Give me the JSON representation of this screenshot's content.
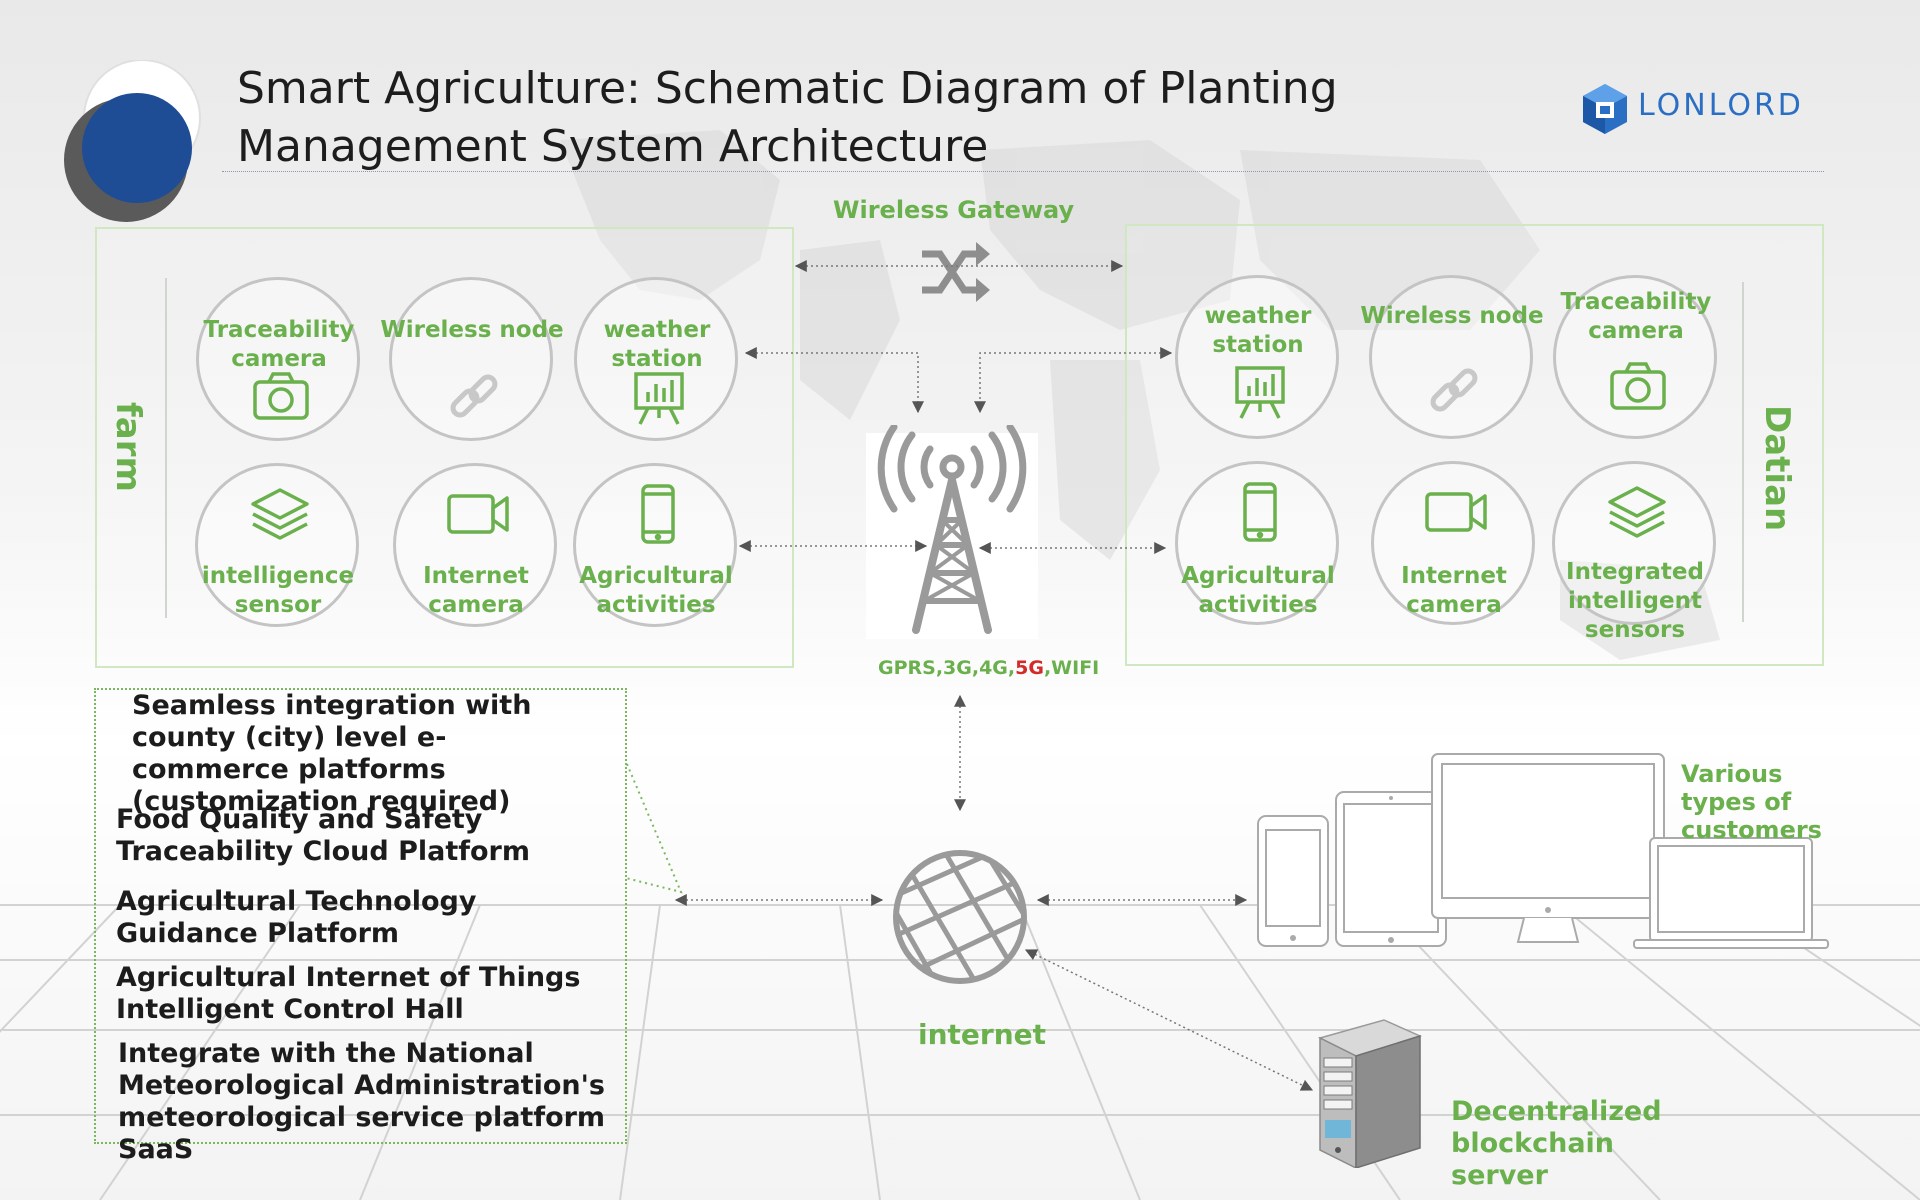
{
  "header": {
    "title_line1": "Smart Agriculture: Schematic Diagram of Planting",
    "title_line2": "Management System Architecture",
    "logo_text": "LONLORD"
  },
  "gateway": {
    "label": "Wireless Gateway"
  },
  "farm": {
    "label": "farm",
    "nodes": [
      {
        "label": "Traceability camera",
        "icon": "camera-icon"
      },
      {
        "label": "Wireless node",
        "icon": "link-icon"
      },
      {
        "label": "weather station",
        "icon": "presentation-chart-icon"
      },
      {
        "label": "intelligence sensor",
        "icon": "layers-icon"
      },
      {
        "label": "Internet camera",
        "icon": "video-camera-icon"
      },
      {
        "label": "Agricultural activities",
        "icon": "smartphone-icon"
      }
    ]
  },
  "datian": {
    "label": "Datian",
    "nodes": [
      {
        "label": "weather station",
        "icon": "presentation-chart-icon"
      },
      {
        "label": "Wireless node",
        "icon": "link-icon"
      },
      {
        "label": "Traceability camera",
        "icon": "camera-icon"
      },
      {
        "label": "Agricultural activities",
        "icon": "smartphone-icon"
      },
      {
        "label": "Internet camera",
        "icon": "video-camera-icon"
      },
      {
        "label": "Integrated intelligent sensors",
        "icon": "layers-icon"
      }
    ]
  },
  "network": {
    "prefix": "GPRS,3G,4G,",
    "highlight": "5G",
    "suffix": ",WIFI",
    "highlight_color": "#d32a2a"
  },
  "platforms": [
    "Seamless integration with county (city) level e-commerce platforms (customization required)",
    "Food Quality and Safety Traceability Cloud Platform",
    "Agricultural Technology Guidance Platform",
    "Agricultural Internet of Things Intelligent Control Hall",
    "Integrate with the National Meteorological Administration's meteorological service platform SaaS"
  ],
  "internet": {
    "label": "internet"
  },
  "customers": {
    "label": "Various types of customers"
  },
  "server": {
    "label": "Decentralized blockchain server"
  },
  "colors": {
    "accent_green": "#6ab04c",
    "logo_blue": "#2b6fc4",
    "dark_blue": "#1e4d96"
  }
}
